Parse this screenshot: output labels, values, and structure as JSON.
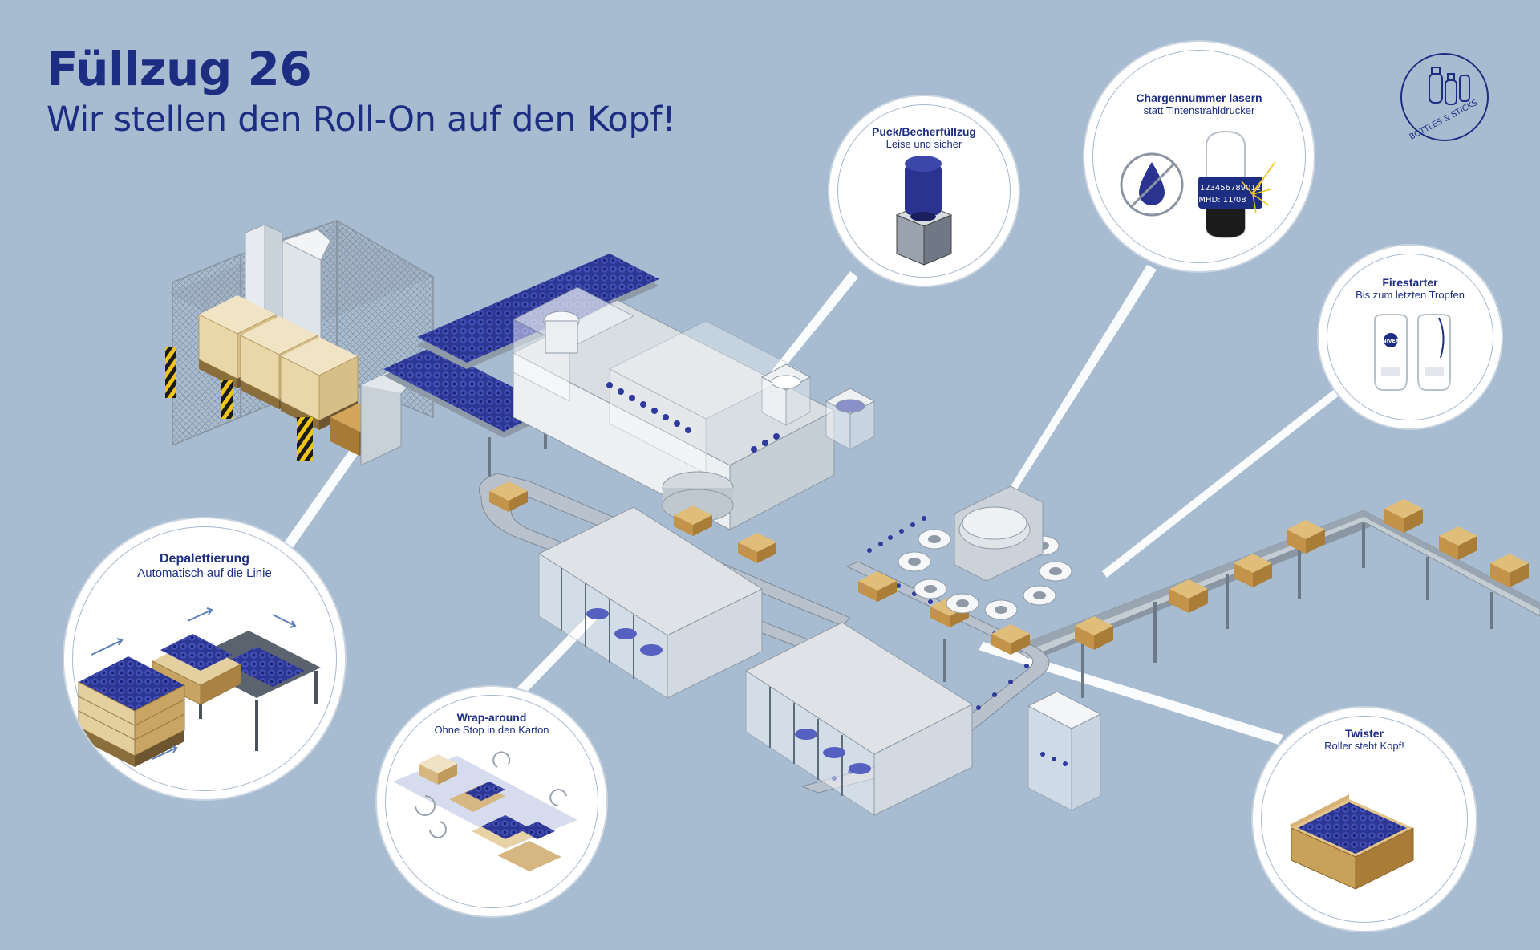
{
  "header": {
    "title": "Füllzug 26",
    "subtitle": "Wir stellen den Roll-On auf den Kopf!"
  },
  "logo": {
    "text": "BOTTLES & STICKS",
    "icon": "bottles-sticks-logo"
  },
  "callouts": {
    "puck": {
      "title": "Puck/Becherfüllzug",
      "subtitle": "Leise und sicher",
      "icon": "roll-on-in-puck-icon"
    },
    "charge": {
      "title": "Chargennummer lasern",
      "subtitle": "statt Tintenstrahldrucker",
      "code_line1": "123456789012",
      "code_line2": "MHD: 11/08",
      "icon": "laser-code-icon"
    },
    "firestarter": {
      "title": "Firestarter",
      "subtitle": "Bis zum letzten Tropfen",
      "brand": "NIVEA",
      "icon": "roll-on-bottles-icon"
    },
    "depal": {
      "title": "Depalettierung",
      "subtitle": "Automatisch auf die Linie",
      "icon": "pallet-unloading-icon"
    },
    "wrap": {
      "title": "Wrap-around",
      "subtitle": "Ohne Stop in den Karton",
      "icon": "wrap-around-box-icon"
    },
    "twister": {
      "title": "Twister",
      "subtitle": "Roller steht Kopf!",
      "icon": "carton-with-bottles-icon"
    }
  },
  "colors": {
    "background": "#a7bcd0",
    "brand_blue": "#1d2e82",
    "bottle_blue": "#3a44a8",
    "carton": "#c8a15a",
    "machine_grey": "#e4e7ea"
  }
}
